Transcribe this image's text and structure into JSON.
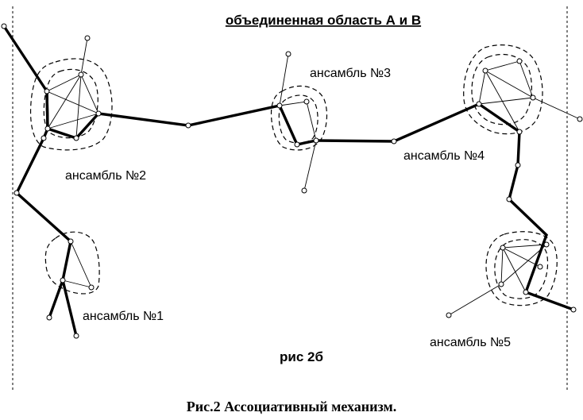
{
  "title": "объединенная область А и В",
  "figure_label": "рис 2б",
  "caption": "Рис.2 Ассоциативный механизм.",
  "ensembles": [
    {
      "id": 1,
      "label": "ансамбль №1"
    },
    {
      "id": 2,
      "label": "ансамбль №2"
    },
    {
      "id": 3,
      "label": "ансамбль №3"
    },
    {
      "id": 4,
      "label": "ансамбль №4"
    },
    {
      "id": 5,
      "label": "ансамбль №5"
    }
  ]
}
